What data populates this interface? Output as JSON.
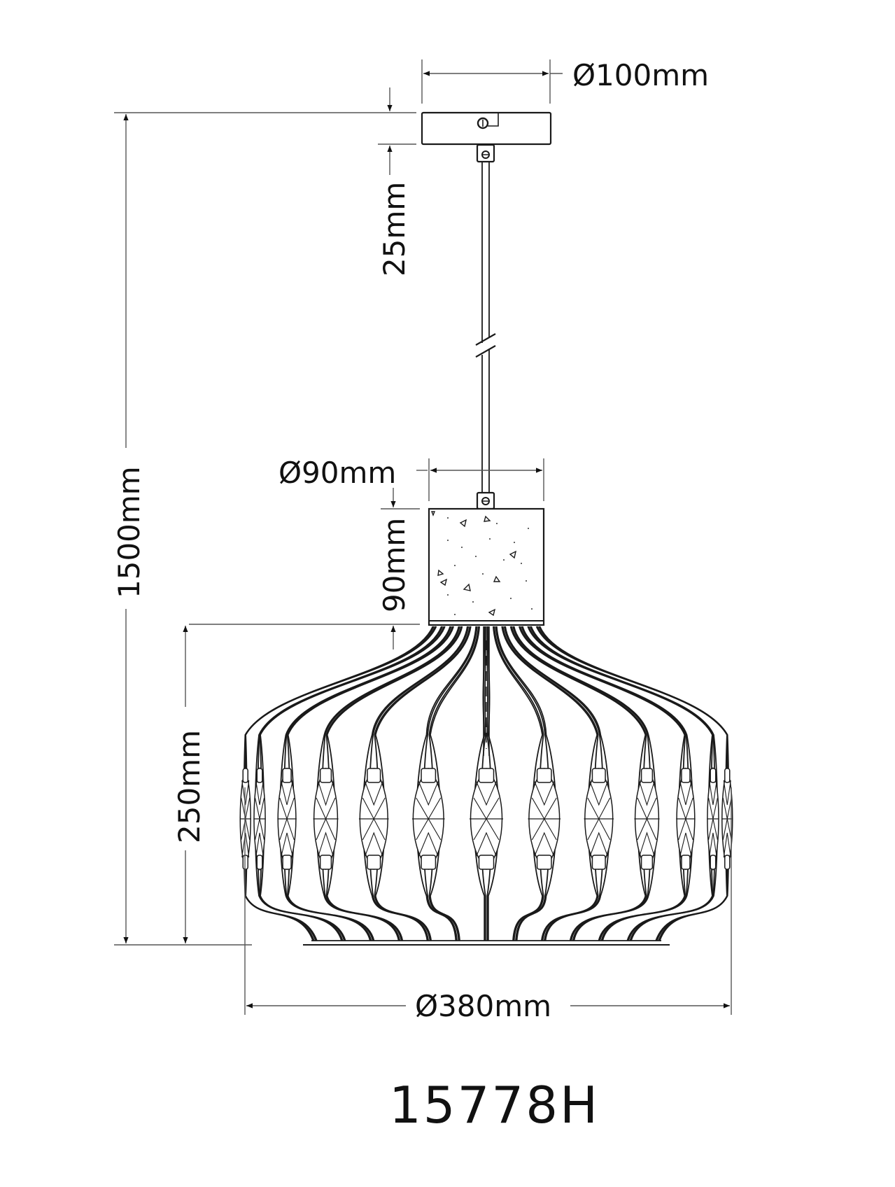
{
  "drawing": {
    "type": "technical dimension drawing",
    "subject": "pendant lamp",
    "model_number": "15778H",
    "colors": {
      "line": "#1a1a1a",
      "dimension_line": "#555555",
      "background": "#ffffff"
    }
  },
  "dimensions": {
    "canopy_diameter": "Ø100mm",
    "canopy_height": "25mm",
    "holder_diameter": "Ø90mm",
    "holder_height": "90mm",
    "overall_height": "1500mm",
    "shade_height": "250mm",
    "shade_diameter": "Ø380mm"
  },
  "components": [
    {
      "name": "canopy",
      "label": "ceiling canopy"
    },
    {
      "name": "suspension-rod",
      "label": "suspension rod (broken length)"
    },
    {
      "name": "lamp-holder",
      "label": "cylindrical lamp holder"
    },
    {
      "name": "cage-shade",
      "label": "wire cage shade with crystal band"
    }
  ]
}
